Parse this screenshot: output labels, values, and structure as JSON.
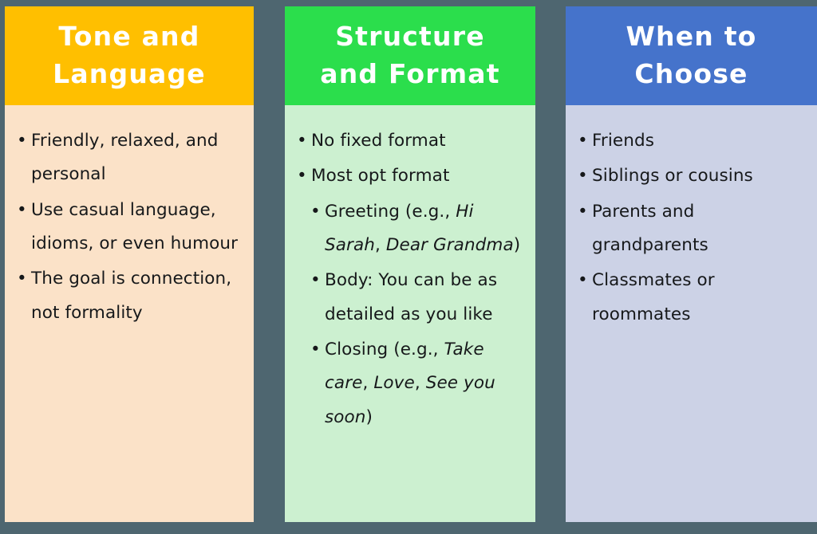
{
  "background_color": "#4e6670",
  "cards": [
    {
      "id": "tone-and-language",
      "title": "Tone and\nLanguage",
      "header_color": "#FFBF00",
      "body_color": "#FBE2C8",
      "title_color": "#FFFFFF",
      "text_color": "#16181A",
      "bullets": [
        {
          "level": 1,
          "marker": "•",
          "text": "Friendly, relaxed, and personal"
        },
        {
          "level": 1,
          "marker": "•",
          "text": "Use casual language, idioms, or even humour"
        },
        {
          "level": 1,
          "marker": "•",
          "text": "The goal is connection, not formality"
        }
      ]
    },
    {
      "id": "structure-and-format",
      "title": "Structure\nand Format",
      "header_color": "#2BDE4C",
      "body_color": "#CCF0D0",
      "title_color": "#FFFFFF",
      "text_color": "#16181A",
      "bullets": [
        {
          "level": 1,
          "marker": "•",
          "text": "No fixed format"
        },
        {
          "level": 1,
          "marker": "•",
          "text": "Most opt format"
        },
        {
          "level": 2,
          "marker": "•",
          "parts": [
            {
              "text": "Greeting (e.g., ",
              "italic": false
            },
            {
              "text": "Hi Sarah",
              "italic": true
            },
            {
              "text": ", ",
              "italic": false
            },
            {
              "text": "Dear Grandma",
              "italic": true
            },
            {
              "text": ")",
              "italic": false
            }
          ],
          "text": "Greeting (e.g., Hi Sarah, Dear Grandma)"
        },
        {
          "level": 2,
          "marker": "•",
          "text": "Body: You can be as detailed as you like"
        },
        {
          "level": 2,
          "marker": "•",
          "parts": [
            {
              "text": "Closing (e.g., ",
              "italic": false
            },
            {
              "text": "Take care",
              "italic": true
            },
            {
              "text": ", ",
              "italic": false
            },
            {
              "text": "Love",
              "italic": true
            },
            {
              "text": ", ",
              "italic": false
            },
            {
              "text": "See you soon",
              "italic": true
            },
            {
              "text": ")",
              "italic": false
            }
          ],
          "text": "Closing (e.g., Take care, Love, See you soon)"
        }
      ]
    },
    {
      "id": "when-to-choose",
      "title": "When to\nChoose",
      "header_color": "#4573CB",
      "body_color": "#CCD2E6",
      "title_color": "#FFFFFF",
      "text_color": "#16181A",
      "bullets": [
        {
          "level": 1,
          "marker": "•",
          "text": "Friends"
        },
        {
          "level": 1,
          "marker": "•",
          "text": "Siblings or cousins"
        },
        {
          "level": 1,
          "marker": "•",
          "text": "Parents and grandparents"
        },
        {
          "level": 1,
          "marker": "•",
          "text": "Classmates or roommates"
        }
      ]
    }
  ]
}
